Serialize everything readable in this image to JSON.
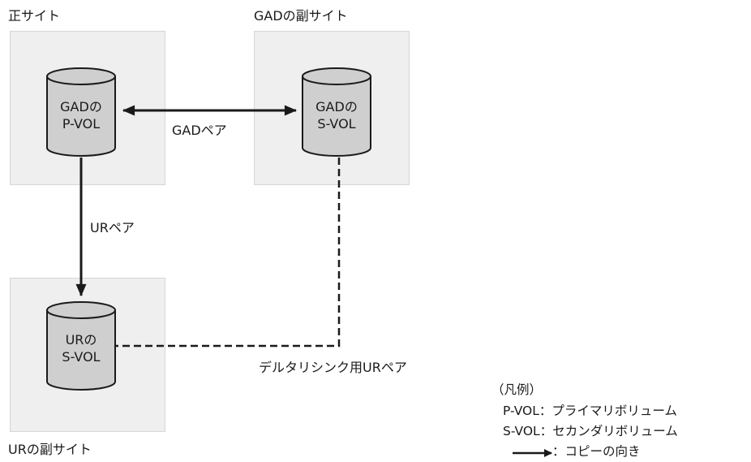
{
  "sites": {
    "primary": {
      "label": "正サイト"
    },
    "gad_secondary": {
      "label": "GADの副サイト"
    },
    "ur_secondary": {
      "label": "URの副サイト"
    }
  },
  "volumes": {
    "gad_pvol": {
      "line1": "GADの",
      "line2": "P-VOL"
    },
    "gad_svol": {
      "line1": "GADの",
      "line2": "S-VOL"
    },
    "ur_svol": {
      "line1": "URの",
      "line2": "S-VOL"
    }
  },
  "connections": {
    "gad_pair": "GADペア",
    "ur_pair": "URペア",
    "delta_resync_pair": "デルタリシンク用URペア"
  },
  "legend": {
    "title": "（凡例）",
    "pvol": "P-VOL：プライマリボリューム",
    "svol": "S-VOL：セカンダリボリューム",
    "arrow": "：コピーの向き"
  },
  "colors": {
    "site_fill": "#efefef",
    "cylinder_fill": "#cfcfcf",
    "line": "#1a1a1a"
  }
}
